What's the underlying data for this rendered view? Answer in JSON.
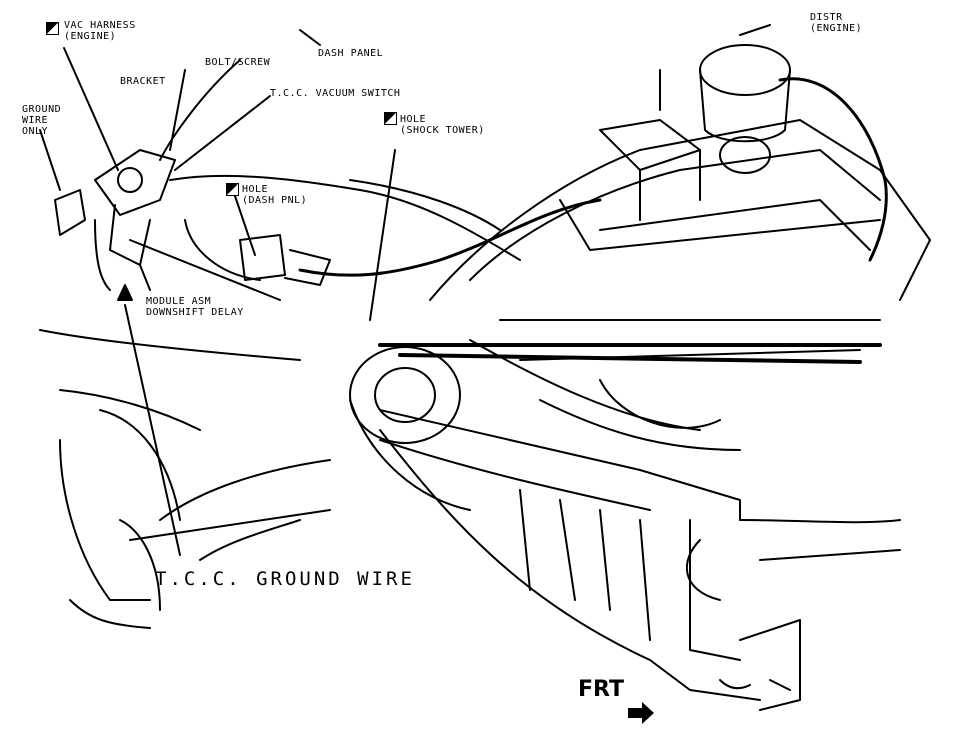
{
  "labels": {
    "vac_harness_1": "VAC HARNESS",
    "vac_harness_2": "(ENGINE)",
    "dash_panel": "DASH PANEL",
    "bolt_screw": "BOLT/SCREW",
    "bracket": "BRACKET",
    "tcc_vacuum_switch": "T.C.C. VACUUM SWITCH",
    "ground_wire_only_1": "GROUND",
    "ground_wire_only_2": "WIRE",
    "ground_wire_only_3": "ONLY",
    "hole_dash_1": "HOLE",
    "hole_dash_2": "(DASH PNL)",
    "hole_shock_1": "HOLE",
    "hole_shock_2": "(SHOCK TOWER)",
    "distr_1": "DISTR",
    "distr_2": "(ENGINE)",
    "module_1": "MODULE ASM",
    "module_2": "DOWNSHIFT DELAY",
    "tcc_ground_wire": "T.C.C. GROUND WIRE",
    "frt": "FRT"
  },
  "icons": {
    "reference_marker": "reference-square-icon",
    "front_arrow": "front-arrow-icon"
  },
  "colors": {
    "ink": "#000000",
    "paper": "#ffffff"
  }
}
